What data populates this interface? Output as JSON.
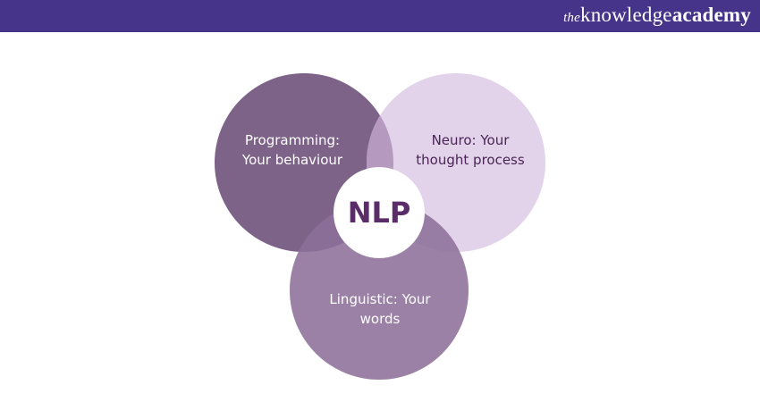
{
  "brand": {
    "prefix": "the",
    "name": "knowledge",
    "suffix": "academy"
  },
  "diagram": {
    "center": "NLP",
    "circles": [
      {
        "line1": "Programming:",
        "line2": "Your behaviour",
        "color": "#7d6388"
      },
      {
        "line1": "Neuro: Your",
        "line2": "thought process",
        "color": "#e2d3ea"
      },
      {
        "line1": "Linguistic: Your",
        "line2": "words",
        "color": "#8c6f98"
      }
    ],
    "overlap_color": "#b699bf",
    "center_text_color": "#5a2d68"
  }
}
